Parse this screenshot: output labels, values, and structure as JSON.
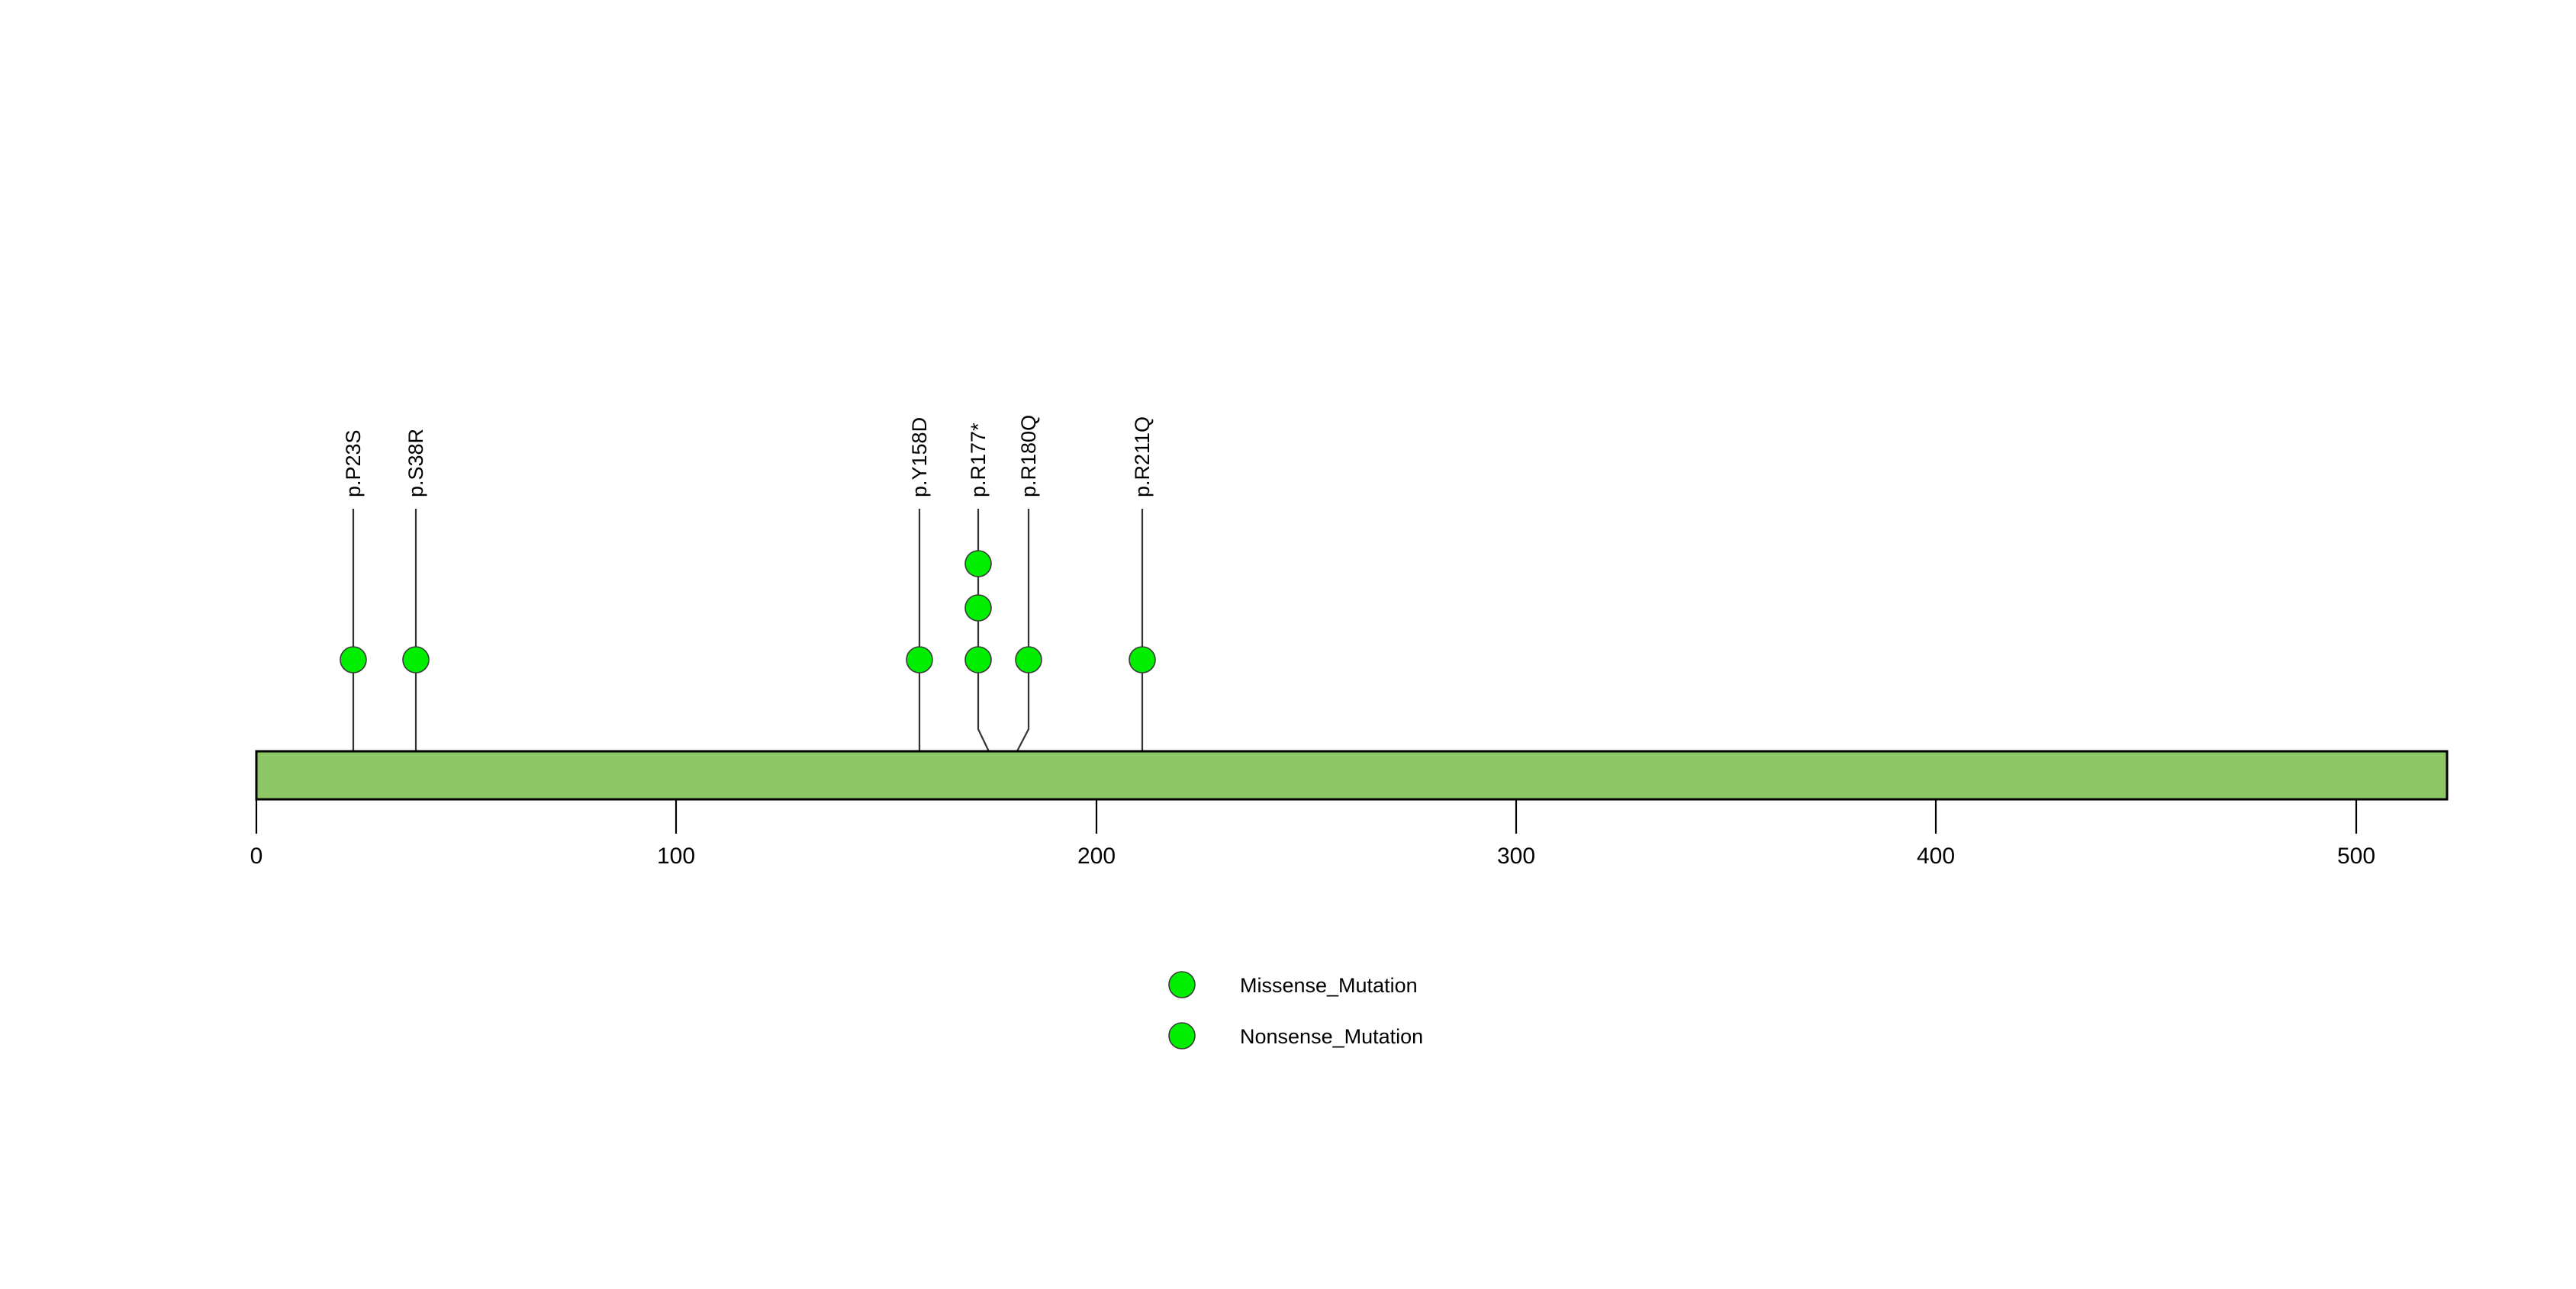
{
  "chart_data": {
    "type": "lollipop",
    "title": "",
    "xlabel": "",
    "ylabel": "",
    "protein": {
      "name": "",
      "length": 521,
      "bar_color": "#8DC665",
      "bar_border_color": "#000000"
    },
    "axis": {
      "ticks": [
        0,
        100,
        200,
        300,
        400,
        500
      ],
      "tick_labels": [
        "0",
        "100",
        "200",
        "300",
        "400",
        "500"
      ],
      "xlim": [
        0,
        521
      ],
      "grid": false
    },
    "mutations": [
      {
        "label": "p.P23S",
        "position": 23,
        "count": 1,
        "type": "Missense_Mutation",
        "color": "#00EE00"
      },
      {
        "label": "p.S38R",
        "position": 38,
        "count": 1,
        "type": "Missense_Mutation",
        "color": "#00EE00"
      },
      {
        "label": "p.Y158D",
        "position": 158,
        "count": 1,
        "type": "Missense_Mutation",
        "color": "#00EE00"
      },
      {
        "label": "p.R177*",
        "position": 177,
        "count": 3,
        "type": "Nonsense_Mutation",
        "color": "#00EE00"
      },
      {
        "label": "p.R180Q",
        "position": 180,
        "count": 1,
        "type": "Missense_Mutation",
        "color": "#00EE00"
      },
      {
        "label": "p.R211Q",
        "position": 211,
        "count": 1,
        "type": "Missense_Mutation",
        "color": "#00EE00"
      }
    ],
    "legend": {
      "position": "bottom-center",
      "entries": [
        {
          "label": "Missense_Mutation",
          "color": "#00EE00"
        },
        {
          "label": "Nonsense_Mutation",
          "color": "#00EE00"
        }
      ]
    }
  },
  "labels": {
    "m0": "p.P23S",
    "m1": "p.S38R",
    "m2": "p.Y158D",
    "m3": "p.R177*",
    "m4": "p.R180Q",
    "m5": "p.R211Q"
  },
  "ticks": {
    "t0": "0",
    "t1": "100",
    "t2": "200",
    "t3": "300",
    "t4": "400",
    "t5": "500"
  },
  "legend": {
    "e0": "Missense_Mutation",
    "e1": "Nonsense_Mutation"
  }
}
